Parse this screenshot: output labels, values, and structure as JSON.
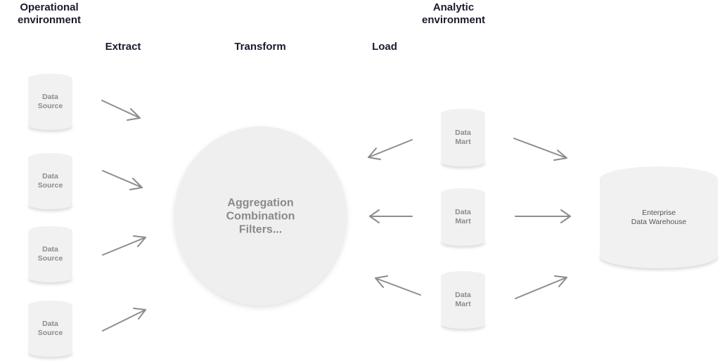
{
  "headers": {
    "operational": "Operational\nenvironment",
    "analytic": "Analytic\nenvironment",
    "extract": "Extract",
    "transform": "Transform",
    "load": "Load"
  },
  "sources": [
    {
      "label": "Data\nSource"
    },
    {
      "label": "Data\nSource"
    },
    {
      "label": "Data\nSource"
    },
    {
      "label": "Data\nSource"
    }
  ],
  "transform_circle": {
    "label": "Aggregation\nCombination\nFilters..."
  },
  "marts": [
    {
      "label": "Data\nMart"
    },
    {
      "label": "Data\nMart"
    },
    {
      "label": "Data\nMart"
    }
  ],
  "warehouse": {
    "label": "Enterprise\nData Warehouse"
  },
  "colors": {
    "arrow": "#8c8c8c",
    "fill": "#f1f1f1",
    "heading": "#1c1a2e"
  }
}
